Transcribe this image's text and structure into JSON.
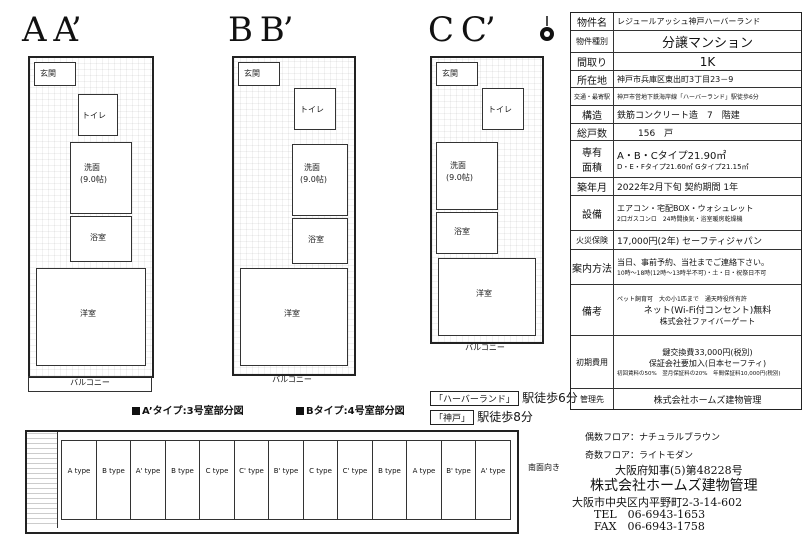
{
  "plans": [
    {
      "letter": "A A’",
      "caption": "A’タイプ:3号室部分図"
    },
    {
      "letter": "B B’",
      "caption": "Bタイプ:4号室部分図"
    },
    {
      "letter": "C C’",
      "caption": ""
    }
  ],
  "room_labels": {
    "entrance": "玄関",
    "toilet": "トイレ",
    "washroom": "洗面",
    "bath": "浴室",
    "western_room": "洋室",
    "balcony": "バルコニー",
    "room_size_a": "(9.0帖)",
    "room_size_b": "(9.0帖)",
    "room_size_c": "(9.0帖)"
  },
  "spec": {
    "property_name_label": "物件名",
    "property_name": "レジュールアッシュ神戸ハーバーランド",
    "property_type_label": "物件種別",
    "property_type": "分譲マンション",
    "layout_label": "間取り",
    "layout": "1K",
    "address_label": "所在地",
    "address": "神戸市兵庫区東出町3丁目23－9",
    "access_label": "交通・最寄駅",
    "access": "神戸市営地下鉄海岸線「ハーバーランド」駅徒歩6分",
    "structure_label": "構造",
    "structure": "鉄筋コンクリート造　7　階建",
    "units_label": "総戸数",
    "units": "156　戸",
    "area_label_1": "専有",
    "area_label_2": "面積",
    "area_1": "A・B・Cタイプ21.90㎡",
    "area_2": "D・E・Fタイプ21.60㎡  Gタイプ21.15㎡",
    "built_label": "築年月",
    "built": "2022年2月下旬 契約期間 1年",
    "equipment_label": "設備",
    "equipment_1": "エアコン・宅配BOX・ウォシュレット",
    "equipment_2": "2口ガスコンロ　24時間換気・浴室暖房乾燥機",
    "insurance_label": "火災保険",
    "insurance": "17,000円(2年) セーフティジャパン",
    "guide_label": "案内方法",
    "guide_1": "当日、事前予約、当社までご連絡下さい。",
    "guide_2": "10時～18時(12時～13時半不可)・土・日・祝祭日不可",
    "remarks_label": "備考",
    "remarks_1": "ペット飼育可　大の小1匹まで　通天時役所有許",
    "remarks_2": "ネット(Wi-Fi付コンセント)無料",
    "remarks_3": "株式会社ファイバーゲート",
    "initial_label": "初期費用",
    "initial_1": "鍵交換費33,000円(税別)",
    "initial_2": "保証会社要加入(日本セーフティ)",
    "initial_3": "初回賃料の50%　翌月保証料の20%　年間保証料10,000円(税別)",
    "manager_label": "管理先",
    "manager": "株式会社ホームズ建物管理"
  },
  "stations": [
    {
      "name": "「ハーバーランド」",
      "walk": "駅徒歩6分"
    },
    {
      "name": "「神戸」",
      "walk": "駅徒歩8分"
    }
  ],
  "floors": {
    "main_floor": "偶数フロア：ナチュラルブラウン",
    "sub_floor": "奇数フロア：ライトモダン"
  },
  "floorplan_units": [
    "A type",
    "B type",
    "A' type",
    "B type",
    "C type",
    "C' type",
    "B' type",
    "C type",
    "C' type",
    "B type",
    "A type",
    "B' type",
    "A' type"
  ],
  "floorplan_note": "南面向き",
  "company": {
    "license": "大阪府知事(5)第48228号",
    "name": "株式会社ホームズ建物管理",
    "address": "大阪市中央区内平野町2-3-14-602",
    "tel": "TEL　06-6943-1653",
    "fax": "FAX　06-6943-1758"
  }
}
